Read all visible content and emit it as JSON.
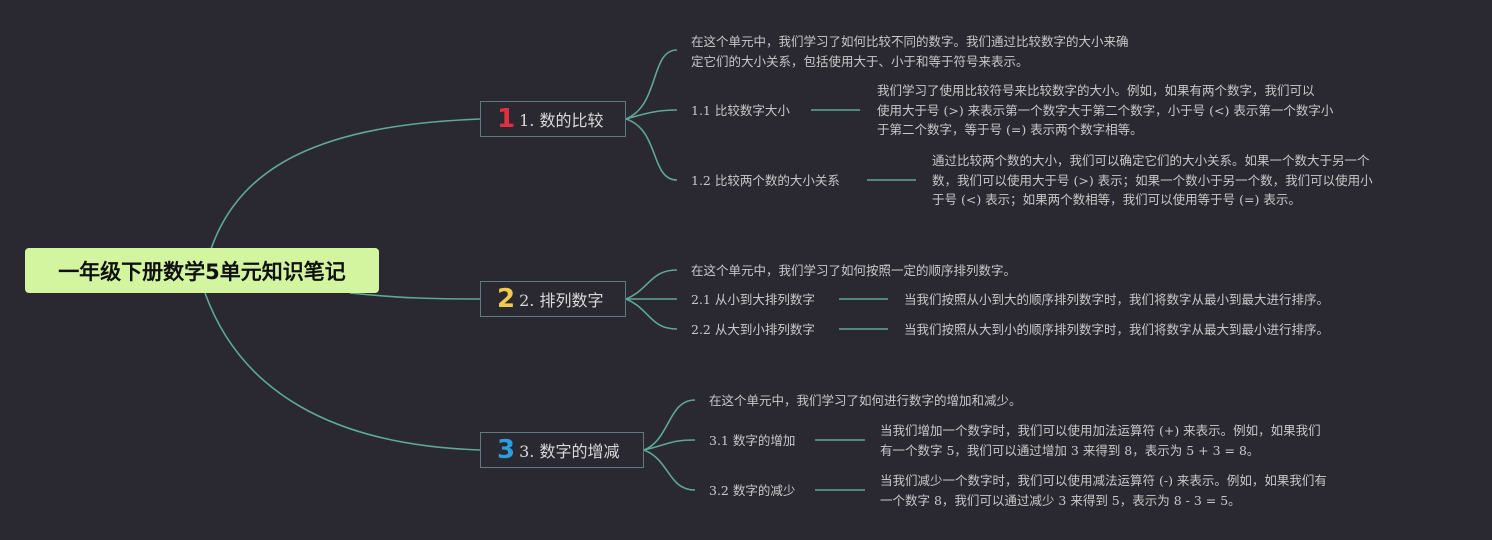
{
  "root": {
    "title": "一年级下册数学5单元知识笔记"
  },
  "colors": {
    "link": "#5fa898",
    "badge1": "#e03040",
    "badge2": "#f2c94c",
    "badge3": "#2d9cdb",
    "root_bg": "#d4f5a0"
  },
  "branches": [
    {
      "number": "1",
      "label": "1. 数的比较",
      "intro": [
        "在这个单元中，我们学习了如何比较不同的数字。我们通过比较数字的大小来确",
        "定它们的大小关系，包括使用大于、小于和等于符号来表示。"
      ],
      "subs": [
        {
          "label": "1.1 比较数字大小",
          "detail": [
            "我们学习了使用比较符号来比较数字的大小。例如，如果有两个数字，我们可以",
            "使用大于号 (>) 来表示第一个数字大于第二个数字，小于号 (<) 表示第一个数字小",
            "于第二个数字，等于号 (=) 表示两个数字相等。"
          ]
        },
        {
          "label": "1.2 比较两个数的大小关系",
          "detail": [
            "通过比较两个数的大小，我们可以确定它们的大小关系。如果一个数大于另一个",
            "数，我们可以使用大于号 (>) 表示；如果一个数小于另一个数，我们可以使用小",
            "于号 (<) 表示；如果两个数相等，我们可以使用等于号 (=) 表示。"
          ]
        }
      ]
    },
    {
      "number": "2",
      "label": "2. 排列数字",
      "intro": [
        "在这个单元中，我们学习了如何按照一定的顺序排列数字。"
      ],
      "subs": [
        {
          "label": "2.1 从小到大排列数字",
          "detail": [
            "当我们按照从小到大的顺序排列数字时，我们将数字从最小到最大进行排序。"
          ]
        },
        {
          "label": "2.2 从大到小排列数字",
          "detail": [
            "当我们按照从大到小的顺序排列数字时，我们将数字从最大到最小进行排序。"
          ]
        }
      ]
    },
    {
      "number": "3",
      "label": "3. 数字的增减",
      "intro": [
        "在这个单元中，我们学习了如何进行数字的增加和减少。"
      ],
      "subs": [
        {
          "label": "3.1 数字的增加",
          "detail": [
            "当我们增加一个数字时，我们可以使用加法运算符 (+) 来表示。例如，如果我们",
            "有一个数字 5，我们可以通过增加 3 来得到 8，表示为 5 + 3 = 8。"
          ]
        },
        {
          "label": "3.2 数字的减少",
          "detail": [
            "当我们减少一个数字时，我们可以使用减法运算符 (-) 来表示。例如，如果我们有",
            "一个数字 8，我们可以通过减少 3 来得到 5，表示为 8 - 3 = 5。"
          ]
        }
      ]
    }
  ]
}
